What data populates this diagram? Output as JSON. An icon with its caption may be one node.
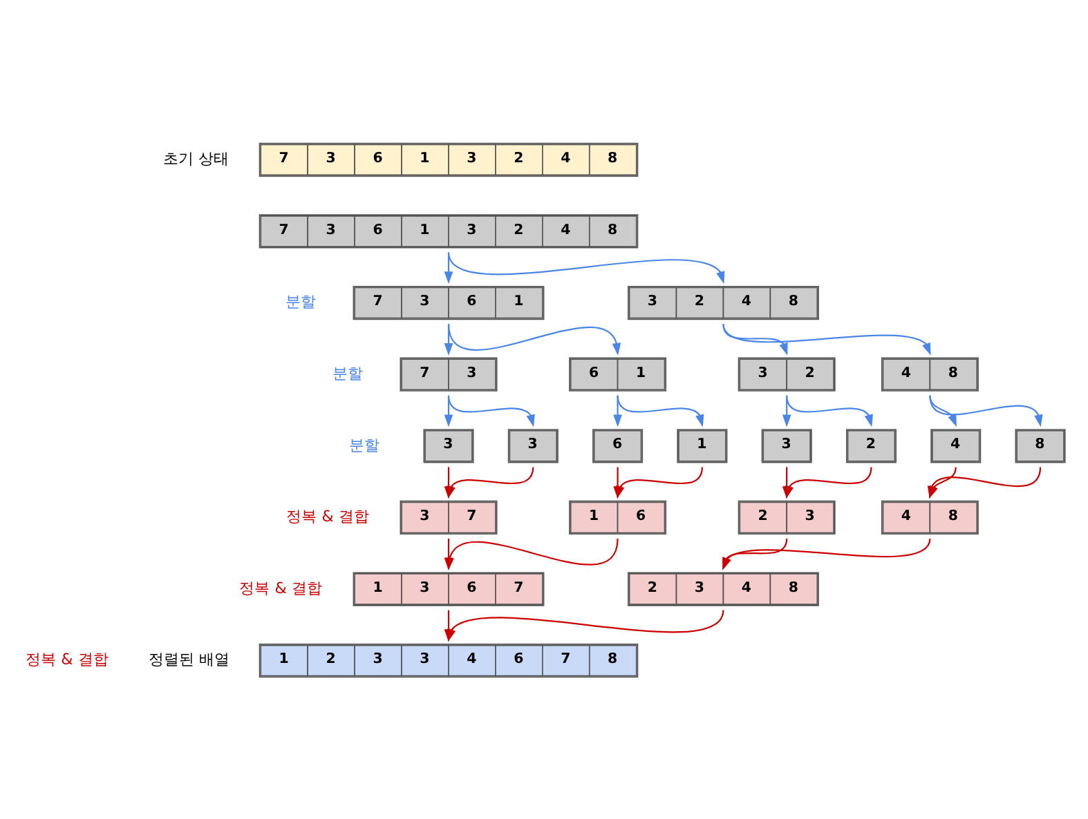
{
  "diagram": {
    "nodes": [
      {
        "text": [
          "7",
          "3",
          "6",
          "1",
          "3",
          "2",
          "4",
          "8"
        ]
      },
      {
        "text": [
          "7",
          "3",
          "6",
          "1",
          "3",
          "2",
          "4",
          "8"
        ]
      },
      {
        "text": [
          "7",
          "3",
          "6",
          "1"
        ]
      },
      {
        "text": [
          "3",
          "2",
          "4",
          "8"
        ]
      },
      {
        "text": [
          "7",
          "3"
        ]
      },
      {
        "text": [
          "6",
          "1"
        ]
      },
      {
        "text": [
          "3",
          "2"
        ]
      },
      {
        "text": [
          "4",
          "8"
        ]
      },
      {
        "text": [
          "3"
        ]
      },
      {
        "text": [
          "3"
        ]
      },
      {
        "text": [
          "6"
        ]
      },
      {
        "text": [
          "1"
        ]
      },
      {
        "text": [
          "3"
        ]
      },
      {
        "text": [
          "2"
        ]
      },
      {
        "text": [
          "4"
        ]
      },
      {
        "text": [
          "8"
        ]
      },
      {
        "text": [
          "3",
          "7"
        ]
      },
      {
        "text": [
          "1",
          "6"
        ]
      },
      {
        "text": [
          "2",
          "3"
        ]
      },
      {
        "text": [
          "4",
          "8"
        ]
      },
      {
        "text": [
          "1",
          "3",
          "6",
          "7"
        ]
      },
      {
        "text": [
          "2",
          "3",
          "4",
          "8"
        ]
      },
      {
        "text": [
          "1",
          "2",
          "3",
          "3",
          "4",
          "6",
          "7",
          "8"
        ]
      }
    ],
    "edges": [
      {
        "from": 1,
        "to": 2,
        "arrow": "to",
        "color": "#4a86e8"
      },
      {
        "from": 1,
        "to": 3,
        "arrow": "to",
        "color": "#4a86e8"
      },
      {
        "from": 2,
        "to": 4,
        "arrow": "to",
        "color": "#4a86e8"
      },
      {
        "from": 2,
        "to": 5,
        "arrow": "to",
        "color": "#4a86e8"
      },
      {
        "from": 3,
        "to": 6,
        "arrow": "to",
        "color": "#4a86e8"
      },
      {
        "from": 3,
        "to": 7,
        "arrow": "to",
        "color": "#4a86e8"
      },
      {
        "from": 4,
        "to": 8,
        "arrow": "to",
        "color": "#4a86e8"
      },
      {
        "from": 4,
        "to": 9,
        "arrow": "to",
        "color": "#4a86e8"
      },
      {
        "from": 5,
        "to": 10,
        "arrow": "to",
        "color": "#4a86e8"
      },
      {
        "from": 5,
        "to": 11,
        "arrow": "to",
        "color": "#4a86e8"
      },
      {
        "from": 6,
        "to": 12,
        "arrow": "to",
        "color": "#4a86e8"
      },
      {
        "from": 6,
        "to": 13,
        "arrow": "to",
        "color": "#4a86e8"
      },
      {
        "from": 7,
        "to": 14,
        "arrow": "to",
        "color": "#4a86e8"
      },
      {
        "from": 7,
        "to": 15,
        "arrow": "to",
        "color": "#4a86e8"
      },
      {
        "from": 8,
        "to": 16,
        "arrow": "to",
        "color": "#cc0000"
      },
      {
        "from": 9,
        "to": 16,
        "arrow": "to",
        "color": "#cc0000"
      },
      {
        "from": 10,
        "to": 17,
        "arrow": "to",
        "color": "#cc0000"
      },
      {
        "from": 11,
        "to": 17,
        "arrow": "to",
        "color": "#cc0000"
      },
      {
        "from": 12,
        "to": 18,
        "arrow": "to",
        "color": "#cc0000"
      },
      {
        "from": 13,
        "to": 18,
        "arrow": "to",
        "color": "#cc0000"
      },
      {
        "from": 14,
        "to": 19,
        "arrow": "to",
        "color": "#cc0000"
      },
      {
        "from": 15,
        "to": 19,
        "arrow": "to",
        "color": "#cc0000"
      },
      {
        "from": 16,
        "to": 20,
        "arrow": "to",
        "color": "#cc0000"
      },
      {
        "from": 17,
        "to": 20,
        "arrow": "to",
        "color": "#cc0000"
      },
      {
        "from": 18,
        "to": 21,
        "arrow": "to",
        "color": "#cc0000"
      },
      {
        "from": 19,
        "to": 21,
        "arrow": "to",
        "color": "#cc0000"
      },
      {
        "from": 20,
        "to": 22,
        "arrow": "to",
        "color": "#cc0000"
      },
      {
        "from": 21,
        "to": 22,
        "arrow": "to",
        "color": "#cc0000"
      }
    ],
    "labels": [
      "초기 상태",
      "분할",
      "분할",
      "분할",
      "정복 & 결합",
      "정복 & 결합",
      "정복 & 결합",
      "정렬된 배열"
    ]
  }
}
